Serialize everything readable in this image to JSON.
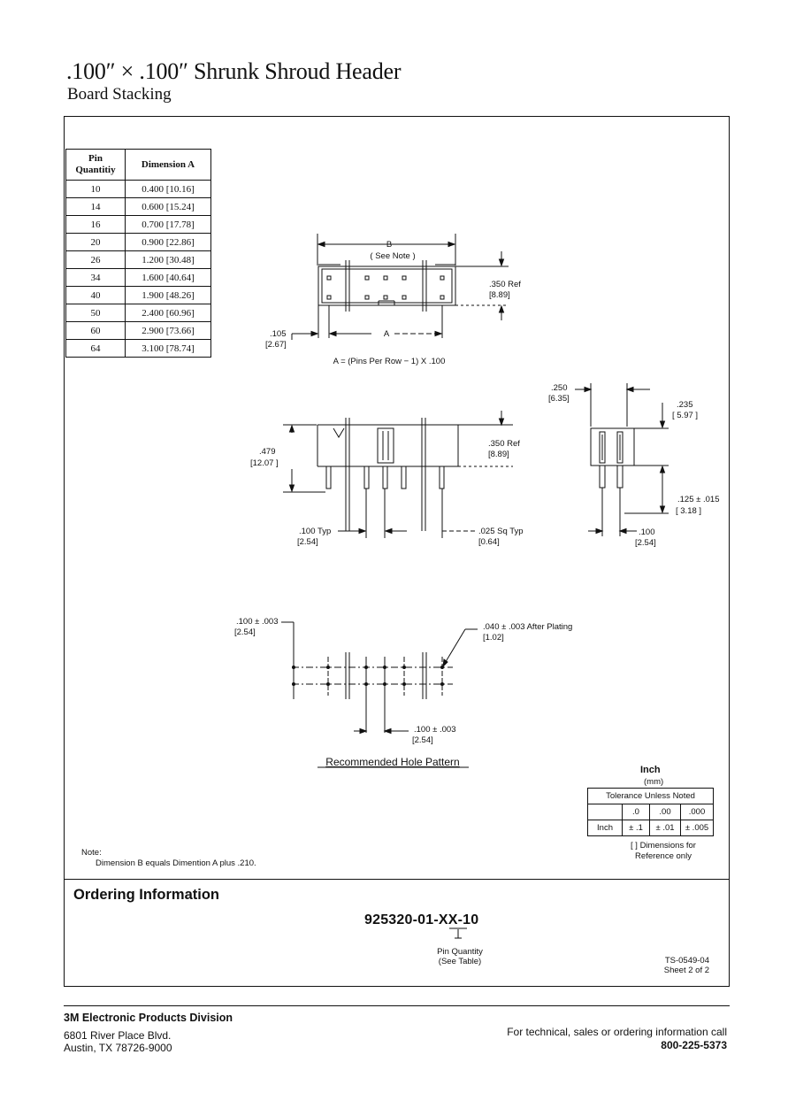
{
  "header": {
    "title": ".100″ × .100″ Shrunk Shroud Header",
    "subtitle": "Board Stacking"
  },
  "pin_table": {
    "col1_line1": "Pin",
    "col1_line2": "Quantitiy",
    "col2": "Dimension A",
    "rows": [
      {
        "qty": "10",
        "dim": "0.400 [10.16]"
      },
      {
        "qty": "14",
        "dim": "0.600 [15.24]"
      },
      {
        "qty": "16",
        "dim": "0.700 [17.78]"
      },
      {
        "qty": "20",
        "dim": "0.900 [22.86]"
      },
      {
        "qty": "26",
        "dim": "1.200 [30.48]"
      },
      {
        "qty": "34",
        "dim": "1.600 [40.64]"
      },
      {
        "qty": "40",
        "dim": "1.900 [48.26]"
      },
      {
        "qty": "50",
        "dim": "2.400 [60.96]"
      },
      {
        "qty": "60",
        "dim": "2.900 [73.66]"
      },
      {
        "qty": "64",
        "dim": "3.100 [78.74]"
      }
    ]
  },
  "top_view": {
    "b_label": "B",
    "b_note": "( See Note )",
    "ref_in": ".350 Ref",
    "ref_mm": "[8.89]",
    "offset_in": ".105",
    "offset_mm": "[2.67]",
    "a_label": "A",
    "formula": "A = (Pins Per Row − 1) X .100"
  },
  "front_view": {
    "height_in": ".479",
    "height_mm": "[12.07 ]",
    "ref_in": ".350 Ref",
    "ref_mm": "[8.89]",
    "pitch_in": ".100 Typ",
    "pitch_mm": "[2.54]",
    "pin_in": ".025 Sq Typ",
    "pin_mm": "[0.64]"
  },
  "side_view": {
    "width_in": ".250",
    "width_mm": "[6.35]",
    "height_in": ".235",
    "height_mm": "[ 5.97 ]",
    "tail_in": ".125 ± .015",
    "tail_mm": "[ 3.18 ]",
    "pitch_in": ".100",
    "pitch_mm": "[2.54]"
  },
  "hole_pattern": {
    "row_in": ".100 ± .003",
    "row_mm": "[2.54]",
    "hole_in": ".040 ± .003 After Plating",
    "hole_mm": "[1.02]",
    "pitch_in": ".100 ± .003",
    "pitch_mm": "[2.54]",
    "caption": "Recommended Hole Pattern"
  },
  "tolerance": {
    "unit_inch": "Inch",
    "unit_mm": "(mm)",
    "heading": "Tolerance Unless Noted",
    "cols": [
      ".0",
      ".00",
      ".000"
    ],
    "row_label": "Inch",
    "values": [
      "± .1",
      "± .01",
      "± .005"
    ],
    "ref_line1": "[ ] Dimensions for",
    "ref_line2": "Reference only"
  },
  "note": {
    "label": "Note:",
    "text": "Dimension B equals Dimention A plus .210."
  },
  "ordering": {
    "title": "Ordering Information",
    "code": "925320-01-XX-10",
    "pin_line1": "Pin Quantity",
    "pin_line2": "(See Table)",
    "doc_id": "TS-0549-04",
    "sheet": "Sheet 2 of 2"
  },
  "footer": {
    "company": "3M Electronic Products Division",
    "address1": "6801 River Place Blvd.",
    "address2": "Austin, TX 78726-9000",
    "contact": "For technical, sales or ordering information call",
    "phone": "800-225-5373"
  }
}
